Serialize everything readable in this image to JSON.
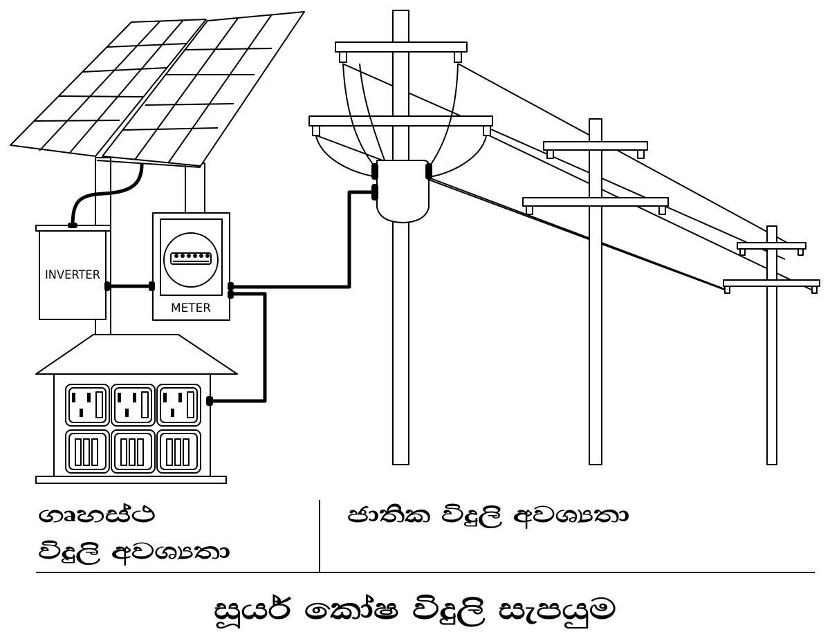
{
  "labels": {
    "inverter": "INVERTER",
    "meter": "METER"
  },
  "captions": {
    "household_line1": "ගෘහස්ථ",
    "household_line2": "විදුලි අවශ්‍යතා",
    "national": "ජාතික විදුලි අවශ්‍යතා",
    "title": "සූර්ය කෝෂ විදුලි සැපයුම"
  },
  "colors": {
    "ink": "#000000",
    "paper": "#ffffff"
  }
}
